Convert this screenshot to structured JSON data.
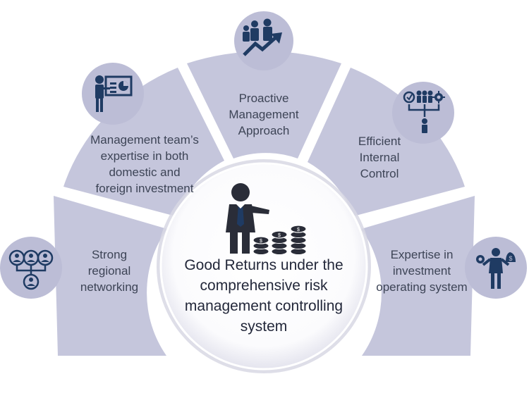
{
  "colors": {
    "segment_fill": "#c5c6dc",
    "icon_circle": "#bcbdd6",
    "icon_dark": "#1f3b63",
    "gap": "#ffffff",
    "center_fill": "#ffffff",
    "center_ring": "#b9b9c9"
  },
  "center": {
    "title_lines": [
      "Good Returns under the",
      "comprehensive risk",
      "management controlling",
      "system"
    ],
    "icon": "businessman-pointing-at-coin-stacks-icon"
  },
  "segments": [
    {
      "id": "strong-regional-networking",
      "lines": [
        "Strong",
        "regional",
        "networking"
      ],
      "icon": "people-network-icon"
    },
    {
      "id": "management-team-expertise",
      "lines": [
        "Management team’s",
        "expertise in both",
        "domestic and",
        "foreign investment"
      ],
      "icon": "presenter-board-icon"
    },
    {
      "id": "proactive-management-approach",
      "lines": [
        "Proactive",
        "Management",
        "Approach"
      ],
      "icon": "team-growth-arrow-icon"
    },
    {
      "id": "efficient-internal-control",
      "lines": [
        "Efficient",
        "Internal",
        "Control"
      ],
      "icon": "hierarchy-control-icon"
    },
    {
      "id": "expertise-investment-operating-system",
      "lines": [
        "Expertise in",
        "investment",
        "operating system"
      ],
      "icon": "businessman-balance-icon"
    }
  ]
}
